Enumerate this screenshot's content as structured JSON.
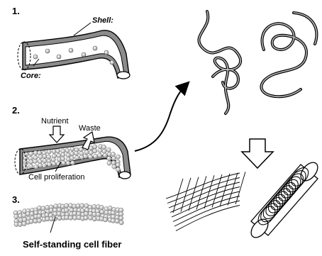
{
  "steps": {
    "one": "1.",
    "two": "2.",
    "three": "3."
  },
  "labels": {
    "shell": "Shell:",
    "core": "Core:",
    "nutrient": "Nutrient",
    "waste": "Waste",
    "cell_proliferation": "Cell proliferation",
    "caption": "Self-standing cell fiber"
  },
  "colors": {
    "shell_fill": "#8c8c8c",
    "core_fill": "#ffffff",
    "line": "#000000",
    "cell_fill": "#cfcfcf"
  },
  "icons": {
    "arrow_to_fibers": "curved-arrow-icon",
    "arrow_down": "hollow-down-arrow-icon"
  }
}
